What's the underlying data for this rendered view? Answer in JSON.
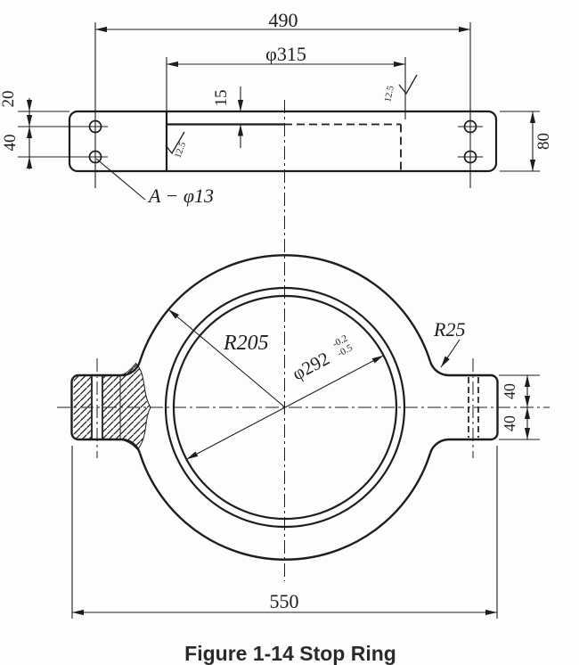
{
  "colors": {
    "ink": "#1d1d1d",
    "paper": "#fdfdfb"
  },
  "caption": "Figure 1-14 Stop Ring",
  "top_view": {
    "dim_overall": "490",
    "dim_bore": "φ315",
    "dim_recess_depth": "15",
    "dim_hole_offset": "20",
    "dim_hole_spacing": "40",
    "dim_height": "80",
    "label_holes": "A − φ13",
    "roughness_left": "12.5",
    "roughness_right": "12.5"
  },
  "bottom_view": {
    "dim_outer_radius": "R205",
    "dim_bore": "φ292",
    "bore_tol_upper": "-0.2",
    "bore_tol_lower": "-0.5",
    "dim_fillet": "R25",
    "dim_lug_top_half": "40",
    "dim_lug_bottom_half": "40",
    "dim_overall": "550"
  }
}
